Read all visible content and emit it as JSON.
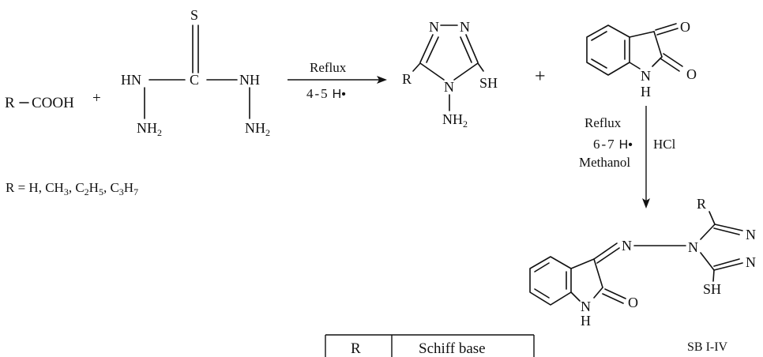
{
  "reactants": {
    "acid": {
      "r": "R",
      "group": "COOH"
    },
    "plus_1": "+",
    "thiocarbohydrazide": {
      "s": "S",
      "c": "C",
      "hn": "HN",
      "nh": "NH",
      "nh2_left": "NH",
      "nh2_right": "NH",
      "sub2": "2"
    }
  },
  "step1": {
    "condition": "Reflux",
    "time_left": "4",
    "time_dash": "-",
    "time_right": "5",
    "time_unit": "H•"
  },
  "triazole": {
    "n_left": "N",
    "n_right": "N",
    "r": "R",
    "sh": "SH",
    "n_ring": "N",
    "nh2": "NH",
    "sub2": "2"
  },
  "plus_2": "+",
  "isatin": {
    "o_top": "O",
    "o_right": "O",
    "n": "N",
    "h": "H"
  },
  "step2": {
    "condition": "Reflux",
    "time_left": "6",
    "time_dash": "-",
    "time_right": "7",
    "time_unit": "H•",
    "solvent": "Methanol",
    "acid": "HCl"
  },
  "product": {
    "n_imine": "N",
    "n_triazole": "N",
    "r": "R",
    "n_a": "N",
    "n_b": "N",
    "sh": "SH",
    "o": "O",
    "n_indole": "N",
    "h": "H",
    "label": "SB I-IV"
  },
  "r_definition": {
    "prefix": "R = H, CH",
    "s1": "3",
    "sep1": ", C",
    "s2": "2",
    "h1": "H",
    "s3": "5",
    "sep2": ", C",
    "s4": "3",
    "h2": "H",
    "s5": "7"
  },
  "table": {
    "headers": [
      "R",
      "Schiff base"
    ]
  }
}
